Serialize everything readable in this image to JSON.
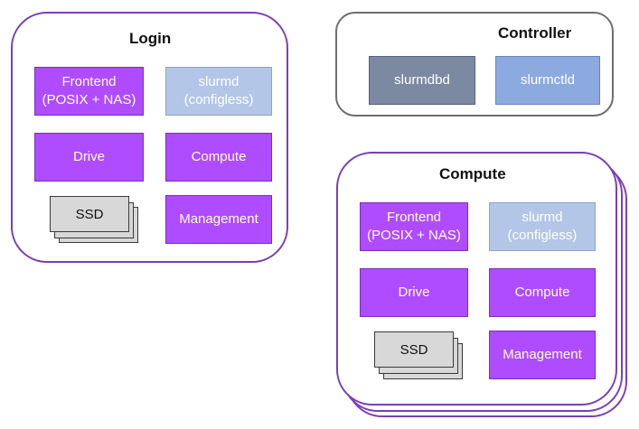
{
  "login": {
    "title": "Login",
    "frontend": "Frontend\n(POSIX + NAS)",
    "slurmd": "slurmd\n(configless)",
    "drive": "Drive",
    "compute": "Compute",
    "ssd": "SSD",
    "management": "Management"
  },
  "controller": {
    "title": "Controller",
    "slurmdbd": "slurmdbd",
    "slurmctld": "slurmctld"
  },
  "compute": {
    "title": "Compute",
    "frontend": "Frontend\n(POSIX + NAS)",
    "slurmd": "slurmd\n(configless)",
    "drive": "Drive",
    "compute": "Compute",
    "ssd": "SSD",
    "management": "Management"
  },
  "colors": {
    "container_border": "#7a3fb5",
    "controller_border": "#6e6e6e",
    "purple_box": "#af4cff",
    "light_blue_box": "#b3c6e8",
    "slate_box": "#7b8aa1",
    "blue_box": "#8caae0",
    "ssd_fill": "#d8d8d8"
  }
}
